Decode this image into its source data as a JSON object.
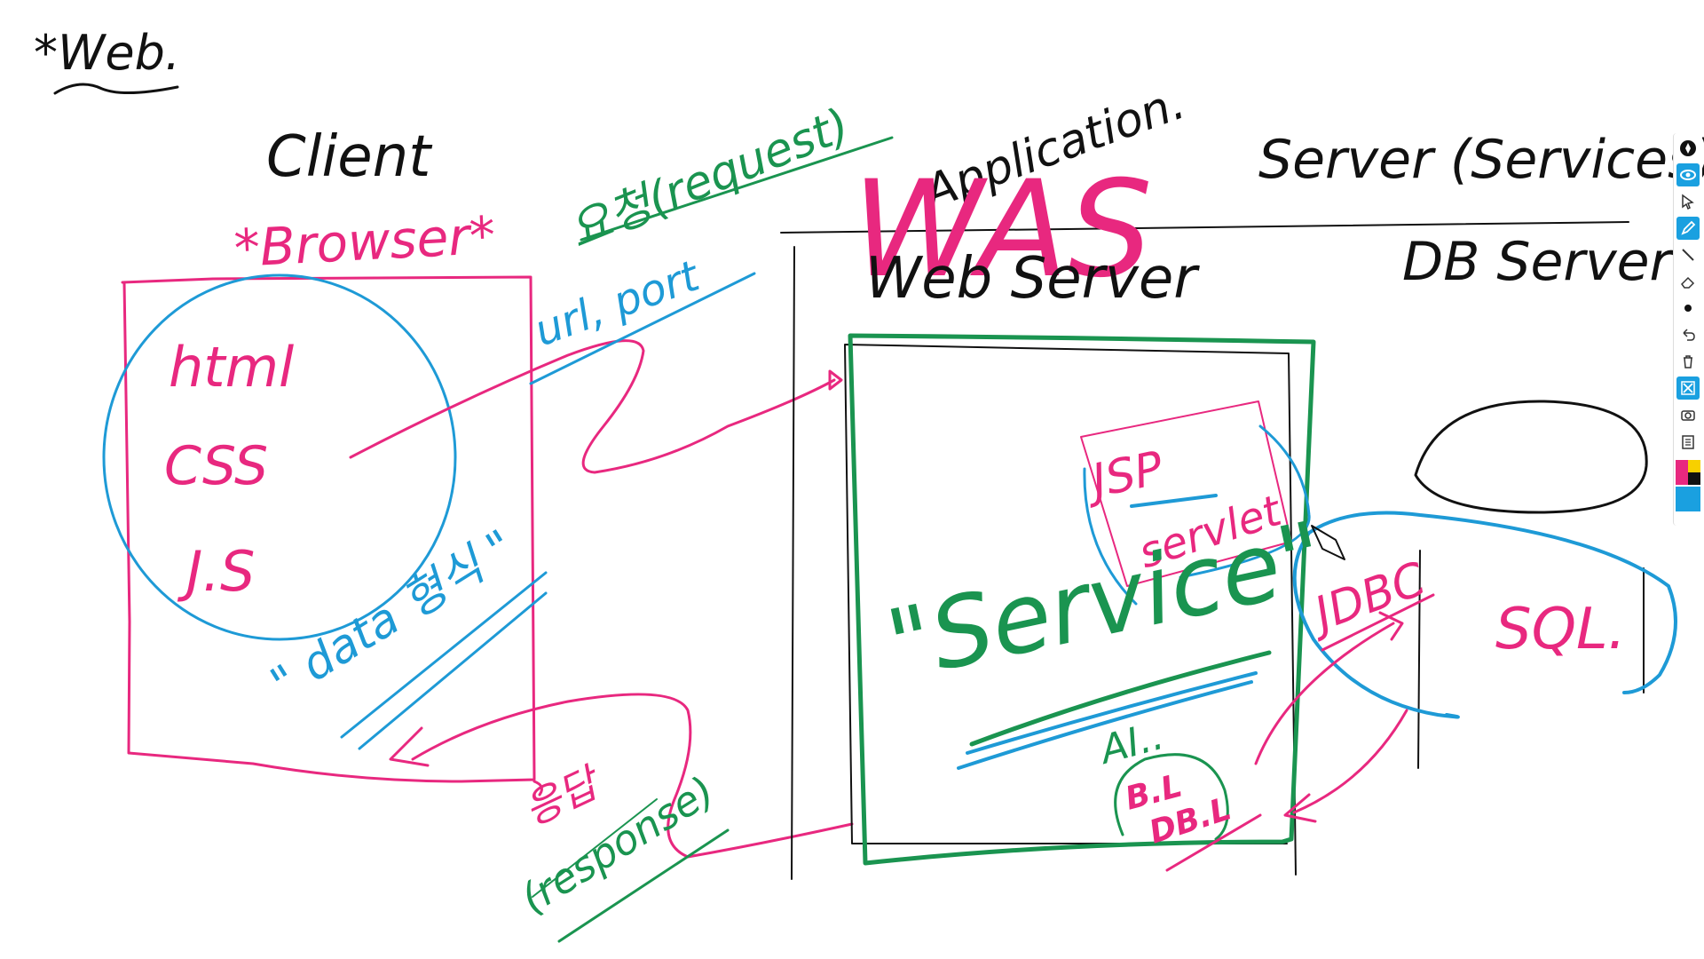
{
  "labels": {
    "title": "*Web.",
    "client": "Client",
    "browser": "*Browser*",
    "html": "html",
    "css": "CSS",
    "js": "J.S",
    "request": "요청(request)",
    "url_port": "url, port",
    "data": "\" data 형식 \"",
    "response_kr": "응답",
    "response": "(response)",
    "application": "Application.",
    "was": "WAS",
    "web_server": "Web Server",
    "server_services": "Server (Services)",
    "db_server": "DB Server",
    "jsp": "JSP",
    "servlet": "servlet",
    "service": "\"Service\"",
    "ai": "AI..",
    "bl": "B.L",
    "dbl": "DB.L",
    "jdbc": "JDBC",
    "sql": "SQL."
  },
  "colors": {
    "ink_black": "#111111",
    "ink_pink": "#e8287f",
    "ink_blue": "#1e9ad6",
    "ink_green": "#1a9450"
  },
  "toolbar": {
    "icons": [
      "logo-icon",
      "eye-icon",
      "pointer-icon",
      "pen-icon",
      "line-icon",
      "eraser-icon",
      "dot-icon",
      "undo-icon",
      "trash-icon",
      "close-icon",
      "camera-icon",
      "clipboard-icon"
    ],
    "swatches": [
      "#e8287f",
      "#f7d000",
      "#e8287f",
      "#111111",
      "#1aa0e0"
    ]
  }
}
